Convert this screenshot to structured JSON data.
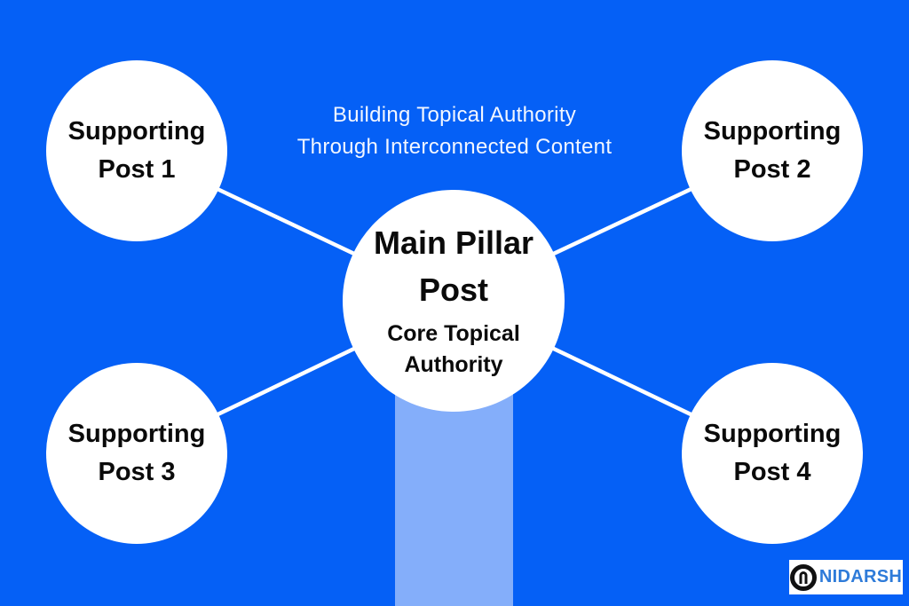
{
  "header": {
    "line1": "Building Topical Authority",
    "line2": "Through Interconnected Content"
  },
  "main_node": {
    "title": "Main Pillar Post",
    "subtitle": "Core Topical Authority"
  },
  "supporting_nodes": [
    {
      "label": "Supporting Post 1"
    },
    {
      "label": "Supporting Post 2"
    },
    {
      "label": "Supporting Post 3"
    },
    {
      "label": "Supporting Post 4"
    }
  ],
  "logo": {
    "text": "NIDARSH",
    "icon": "circle-n-icon"
  },
  "colors": {
    "background": "#0560F6",
    "pillar_band": "#84AEFA",
    "node_fill": "#FFFFFF",
    "node_text": "#0A0A0A",
    "header_text": "#F2F6FF",
    "connector": "#FFFFFF",
    "logo_background": "#FFFFFF",
    "logo_text": "#2E7BD9",
    "logo_icon": "#111111"
  }
}
